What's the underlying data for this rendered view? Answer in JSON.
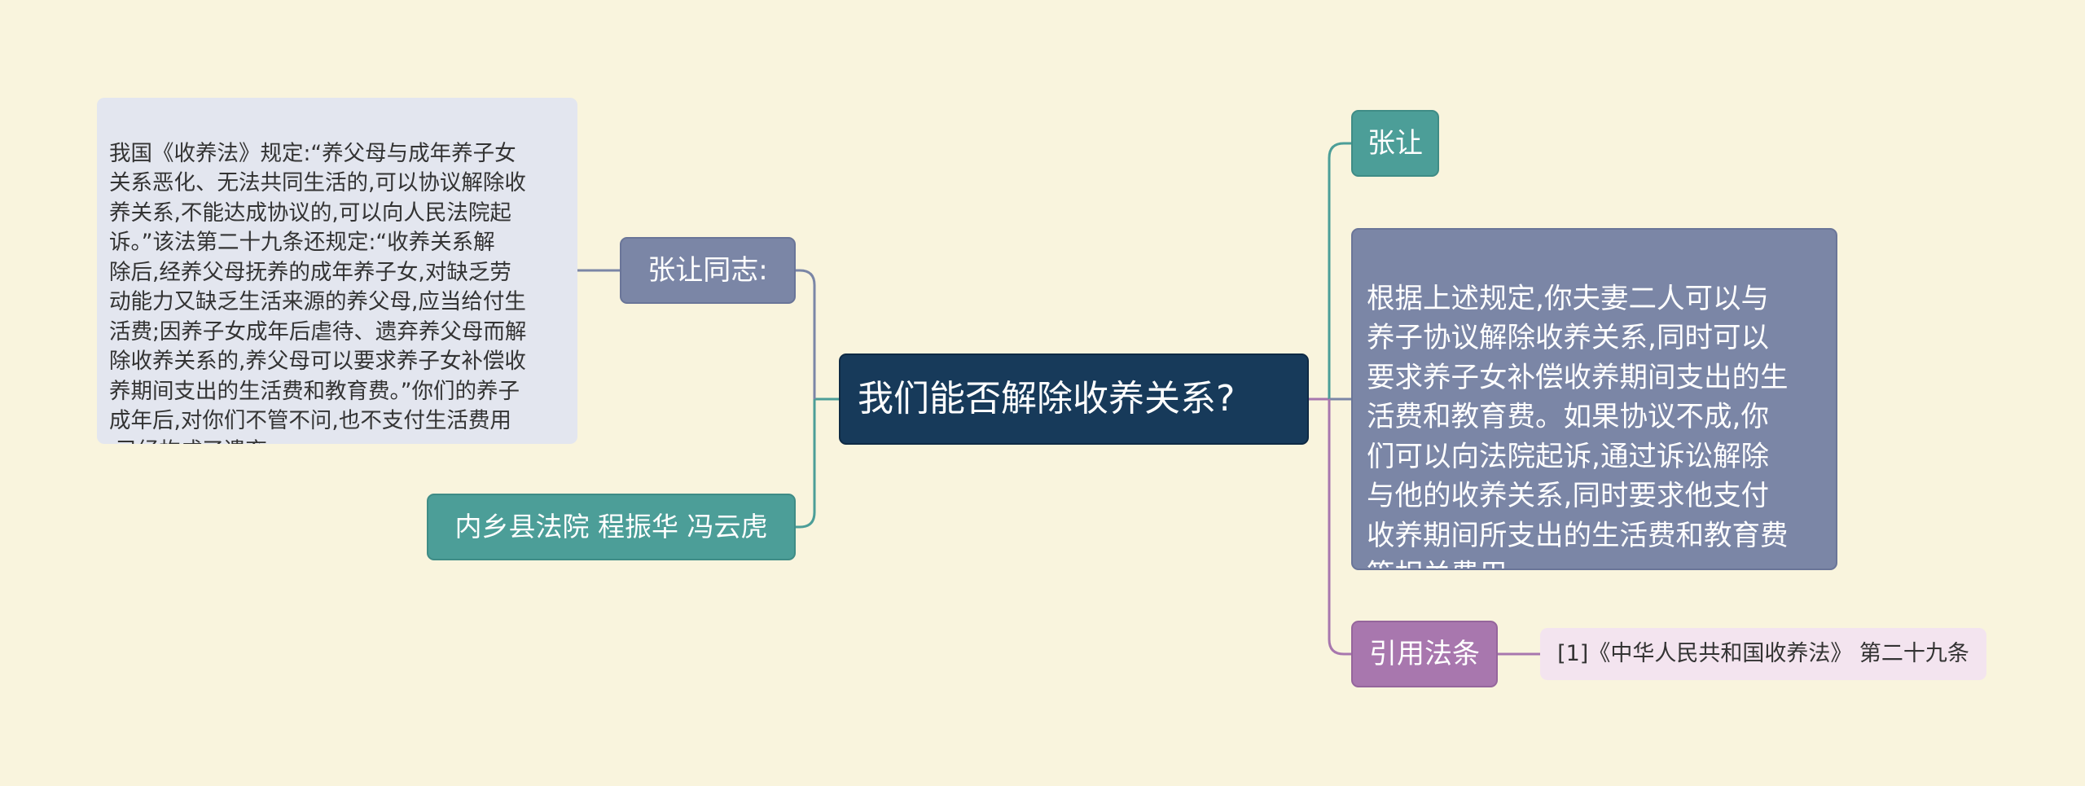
{
  "diagram": {
    "central": {
      "label": "我们能否解除收养关系?"
    },
    "left": {
      "branch_comrade": "张让同志:",
      "law_text": "我国《收养法》规定:“养父母与成年养子女\n关系恶化、无法共同生活的,可以协议解除收\n养关系,不能达成协议的,可以向人民法院起\n诉。”该法第二十九条还规定:“收养关系解\n除后,经养父母抚养的成年养子女,对缺乏劳\n动能力又缺乏生活来源的养父母,应当给付生\n活费;因养子女成年后虐待、遗弃养父母而解\n除收养关系的,养父母可以要求养子女补偿收\n养期间支出的生活费和教育费。”你们的养子\n成年后,对你们不管不问,也不支付生活费用\n,已经构成了遗弃。",
      "branch_authors": "内乡县法院 程振华 冯云虎"
    },
    "right": {
      "branch_name": "张让",
      "advice": "根据上述规定,你夫妻二人可以与\n养子协议解除收养关系,同时可以\n要求养子女补偿收养期间支出的生\n活费和教育费。如果协议不成,你\n们可以向法院起诉,通过诉讼解除\n与他的收养关系,同时要求他支付\n收养期间所支出的生活费和教育费\n等相关费用。",
      "branch_citation": "引用法条",
      "reference": "[1]《中华人民共和国收养法》 第二十九条"
    }
  },
  "colors": {
    "background": "#f9f4dd",
    "central": "#173a5a",
    "slate": "#7b86a6",
    "teal": "#4c9e98",
    "purple": "#a877ae",
    "pale_blue": "#e3e6ef",
    "pale_pink": "#f3e4ef"
  }
}
